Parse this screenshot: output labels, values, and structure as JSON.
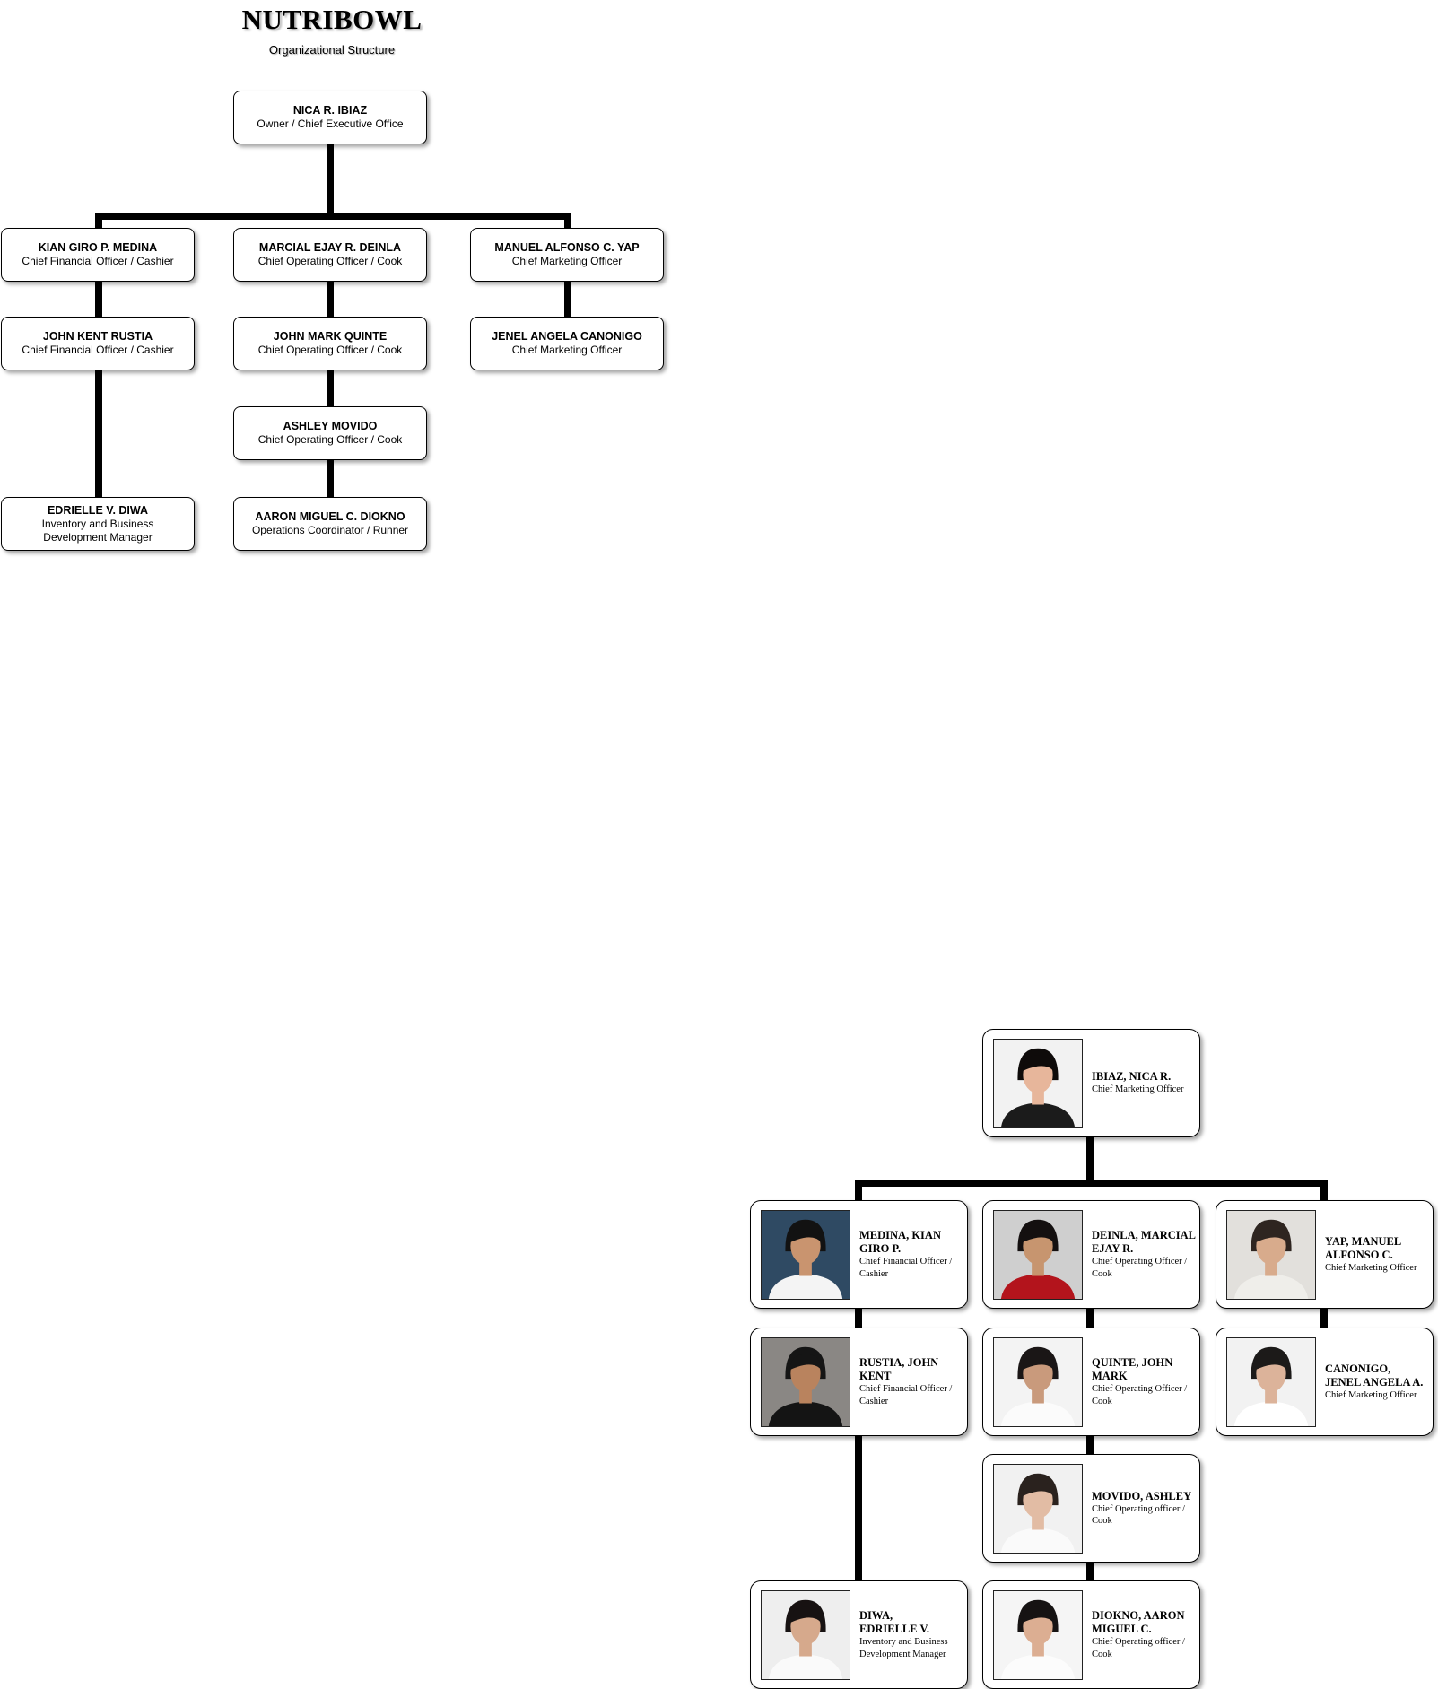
{
  "header": {
    "title": "NUTRIBOWL",
    "subtitle": "Organizational Structure"
  },
  "org_chart": {
    "ceo": {
      "name": "NICA R. IBIAZ",
      "role": "Owner / Chief Executive Office"
    },
    "cfo_1": {
      "name": "KIAN GIRO P. MEDINA",
      "role": "Chief Financial Officer / Cashier"
    },
    "coo_1": {
      "name": "MARCIAL EJAY R. DEINLA",
      "role": "Chief Operating Officer / Cook"
    },
    "cmo_1": {
      "name": "MANUEL ALFONSO C. YAP",
      "role": "Chief Marketing Officer"
    },
    "cfo_2": {
      "name": "JOHN KENT RUSTIA",
      "role": "Chief Financial Officer / Cashier"
    },
    "coo_2": {
      "name": "JOHN MARK QUINTE",
      "role": "Chief Operating Officer / Cook"
    },
    "cmo_2": {
      "name": "JENEL ANGELA CANONIGO",
      "role": "Chief Marketing Officer"
    },
    "coo_3": {
      "name": "ASHLEY MOVIDO",
      "role": "Chief Operating Officer / Cook"
    },
    "inv": {
      "name": "EDRIELLE V. DIWA",
      "role_line1": "Inventory and Business",
      "role_line2": "Development Manager"
    },
    "ops": {
      "name": "AARON MIGUEL C. DIOKNO",
      "role": "Operations Coordinator / Runner"
    }
  },
  "photo_chart": {
    "ibiaz": {
      "name": "IBIAZ, NICA R.",
      "role": "Chief Marketing Officer",
      "palette": {
        "bg": "#f2f2f2",
        "hair": "#0e0b0a",
        "skin": "#e7b69b",
        "shirt": "#1b1b1b"
      }
    },
    "medina": {
      "name_line1": "MEDINA, KIAN",
      "name_line2": "GIRO P.",
      "role_line1": "Chief Financial Officer /",
      "role_line2": "Cashier",
      "palette": {
        "bg": "#2f4a63",
        "hair": "#121212",
        "skin": "#c9946f",
        "shirt": "#f4f4f4"
      }
    },
    "deinla": {
      "name_line1": "DEINLA, MARCIAL",
      "name_line2": "EJAY R.",
      "role_line1": "Chief Operating Officer /",
      "role_line2": "Cook",
      "palette": {
        "bg": "#cfcfcf",
        "hair": "#141010",
        "skin": "#c7956f",
        "shirt": "#b3141c"
      }
    },
    "yap": {
      "name_line1": "YAP, MANUEL",
      "name_line2": "ALFONSO C.",
      "role_line1": "Chief Marketing Officer",
      "palette": {
        "bg": "#e2e0dc",
        "hair": "#2e2520",
        "skin": "#d8ab8c",
        "shirt": "#efeeea"
      }
    },
    "rustia": {
      "name_line1": "RUSTIA, JOHN",
      "name_line2": "KENT",
      "role_line1": "Chief Financial Officer /",
      "role_line2": "Cashier",
      "palette": {
        "bg": "#8a8784",
        "hair": "#151515",
        "skin": "#b9835e",
        "shirt": "#141414"
      }
    },
    "quinte": {
      "name_line1": "QUINTE, JOHN",
      "name_line2": "MARK",
      "role_line1": "Chief Operating Officer /",
      "role_line2": "Cook",
      "palette": {
        "bg": "#f3f3f3",
        "hair": "#1a1616",
        "skin": "#c99a7c",
        "shirt": "#fbfbfb"
      }
    },
    "canonigo": {
      "name_line1": "CANONIGO,",
      "name_line2": "JENEL ANGELA A.",
      "role_line1": "Chief Marketing Officer",
      "palette": {
        "bg": "#f2f2f2",
        "hair": "#1c1a19",
        "skin": "#dcb39a",
        "shirt": "#ffffff"
      }
    },
    "movido": {
      "name_line1": "MOVIDO, ASHLEY",
      "role_line1": "Chief Operating officer /",
      "role_line2": "Cook",
      "palette": {
        "bg": "#f1f1f1",
        "hair": "#2a221e",
        "skin": "#e2bca4",
        "shirt": "#fafafa"
      }
    },
    "diwa": {
      "name_line1": "DIWA,",
      "name_line2": "EDRIELLE V.",
      "role_line1": "Inventory and Business",
      "role_line2": "Development Manager",
      "palette": {
        "bg": "#eeeeee",
        "hair": "#171212",
        "skin": "#d6a98c",
        "shirt": "#fafafa"
      }
    },
    "diokno": {
      "name_line1": "DIOKNO, AARON",
      "name_line2": "MIGUEL C.",
      "role_line1": "Chief Operating officer /",
      "role_line2": "Cook",
      "palette": {
        "bg": "#f5f5f5",
        "hair": "#161313",
        "skin": "#dcae92",
        "shirt": "#fcfcfc"
      }
    }
  }
}
